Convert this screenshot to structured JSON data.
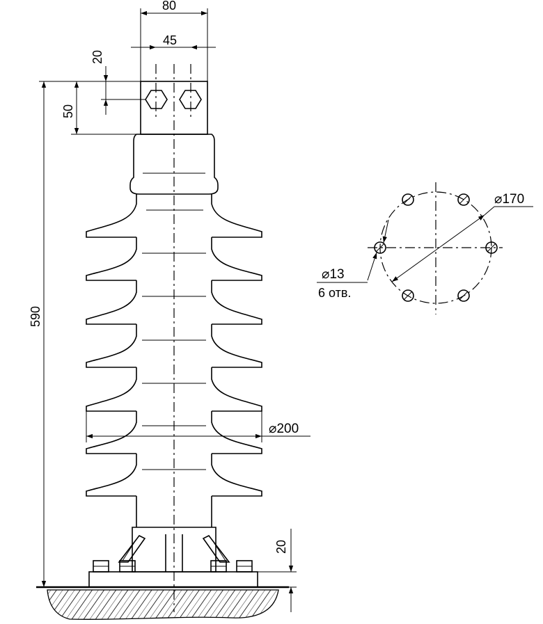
{
  "dimensions": {
    "top_width": "80",
    "hole_spacing": "45",
    "hole_offset": "20",
    "flange_height": "50",
    "total_height": "590",
    "shed_diameter": "⌀200",
    "base_height": "20",
    "bolt_circle": "⌀170",
    "hole_diameter": "⌀13",
    "hole_count": "6 отв."
  },
  "bolt_pattern": {
    "holes": 6
  }
}
